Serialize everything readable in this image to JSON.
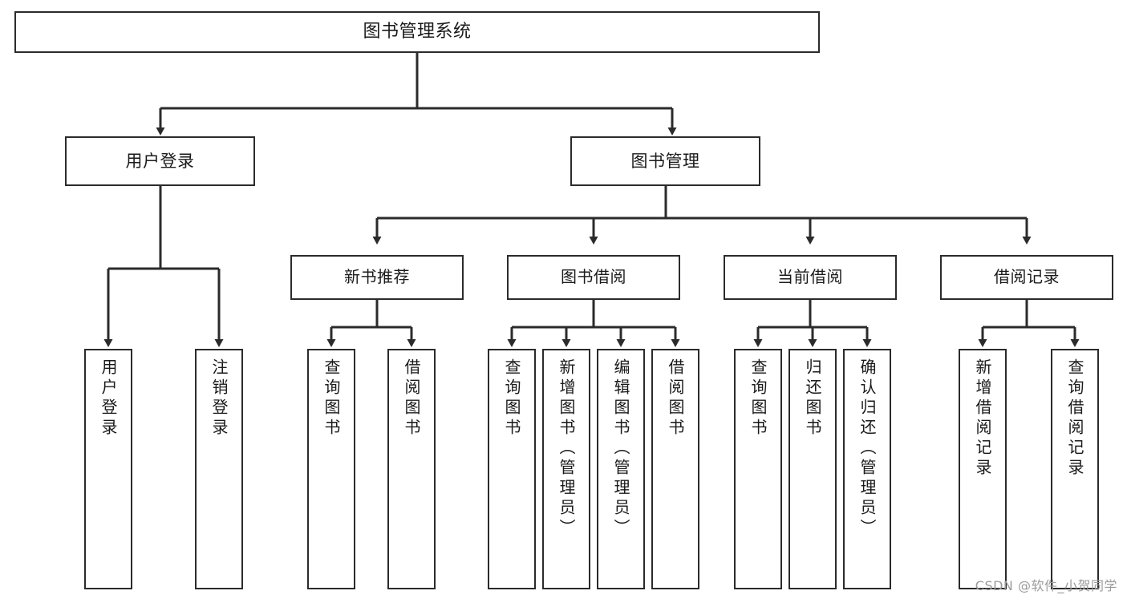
{
  "diagram": {
    "title": "图书管理系统",
    "type": "tree",
    "stroke_color": "#2b2b2b",
    "fill_color": "#ffffff",
    "text_color": "#1a1a1a"
  },
  "nodes": {
    "root": {
      "label": "图书管理系统"
    },
    "level2": [
      {
        "label": "用户登录"
      },
      {
        "label": "图书管理"
      }
    ],
    "level3": [
      {
        "label": "新书推荐"
      },
      {
        "label": "图书借阅"
      },
      {
        "label": "当前借阅"
      },
      {
        "label": "借阅记录"
      }
    ],
    "leaves_user_login": [
      {
        "label": "用户登录"
      },
      {
        "label": "注销登录"
      }
    ],
    "leaves_new_books": [
      {
        "label": "查询图书"
      },
      {
        "label": "借阅图书"
      }
    ],
    "leaves_book_borrow": [
      {
        "label": "查询图书"
      },
      {
        "label": "新增图书（管理员）"
      },
      {
        "label": "编辑图书（管理员）"
      },
      {
        "label": "借阅图书"
      }
    ],
    "leaves_current_borrow": [
      {
        "label": "查询图书"
      },
      {
        "label": "归还图书"
      },
      {
        "label": "确认归还（管理员）"
      }
    ],
    "leaves_borrow_records": [
      {
        "label": "新增借阅记录"
      },
      {
        "label": "查询借阅记录"
      }
    ]
  },
  "watermark": {
    "text": "CSDN @软件_小贺同学"
  }
}
